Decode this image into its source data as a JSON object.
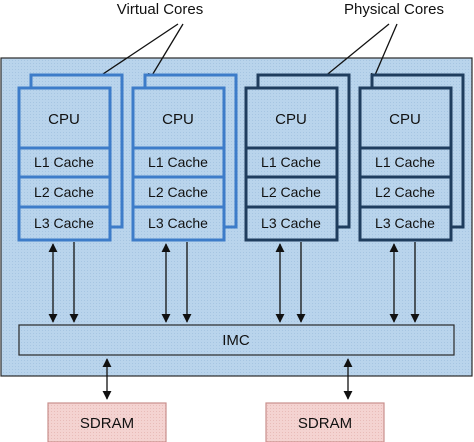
{
  "labels": {
    "virtual_cores": "Virtual Cores",
    "physical_cores": "Physical Cores",
    "imc": "IMC"
  },
  "cores": [
    {
      "type": "virtual",
      "cpu": "CPU",
      "caches": [
        "L1 Cache",
        "L2 Cache",
        "L3 Cache"
      ]
    },
    {
      "type": "virtual",
      "cpu": "CPU",
      "caches": [
        "L1 Cache",
        "L2 Cache",
        "L3 Cache"
      ]
    },
    {
      "type": "physical",
      "cpu": "CPU",
      "caches": [
        "L1 Cache",
        "L2 Cache",
        "L3 Cache"
      ]
    },
    {
      "type": "physical",
      "cpu": "CPU",
      "caches": [
        "L1 Cache",
        "L2 Cache",
        "L3 Cache"
      ]
    }
  ],
  "memory": [
    "SDRAM",
    "SDRAM"
  ],
  "colors": {
    "chip_fill": "#b9d4ec",
    "chip_border": "#2a2a2a",
    "virtual_border": "#3d7cc9",
    "physical_border": "#1f3d5e",
    "sdram_fill": "#f4d3d1",
    "sdram_border": "#c98f8c",
    "text": "#111111"
  }
}
